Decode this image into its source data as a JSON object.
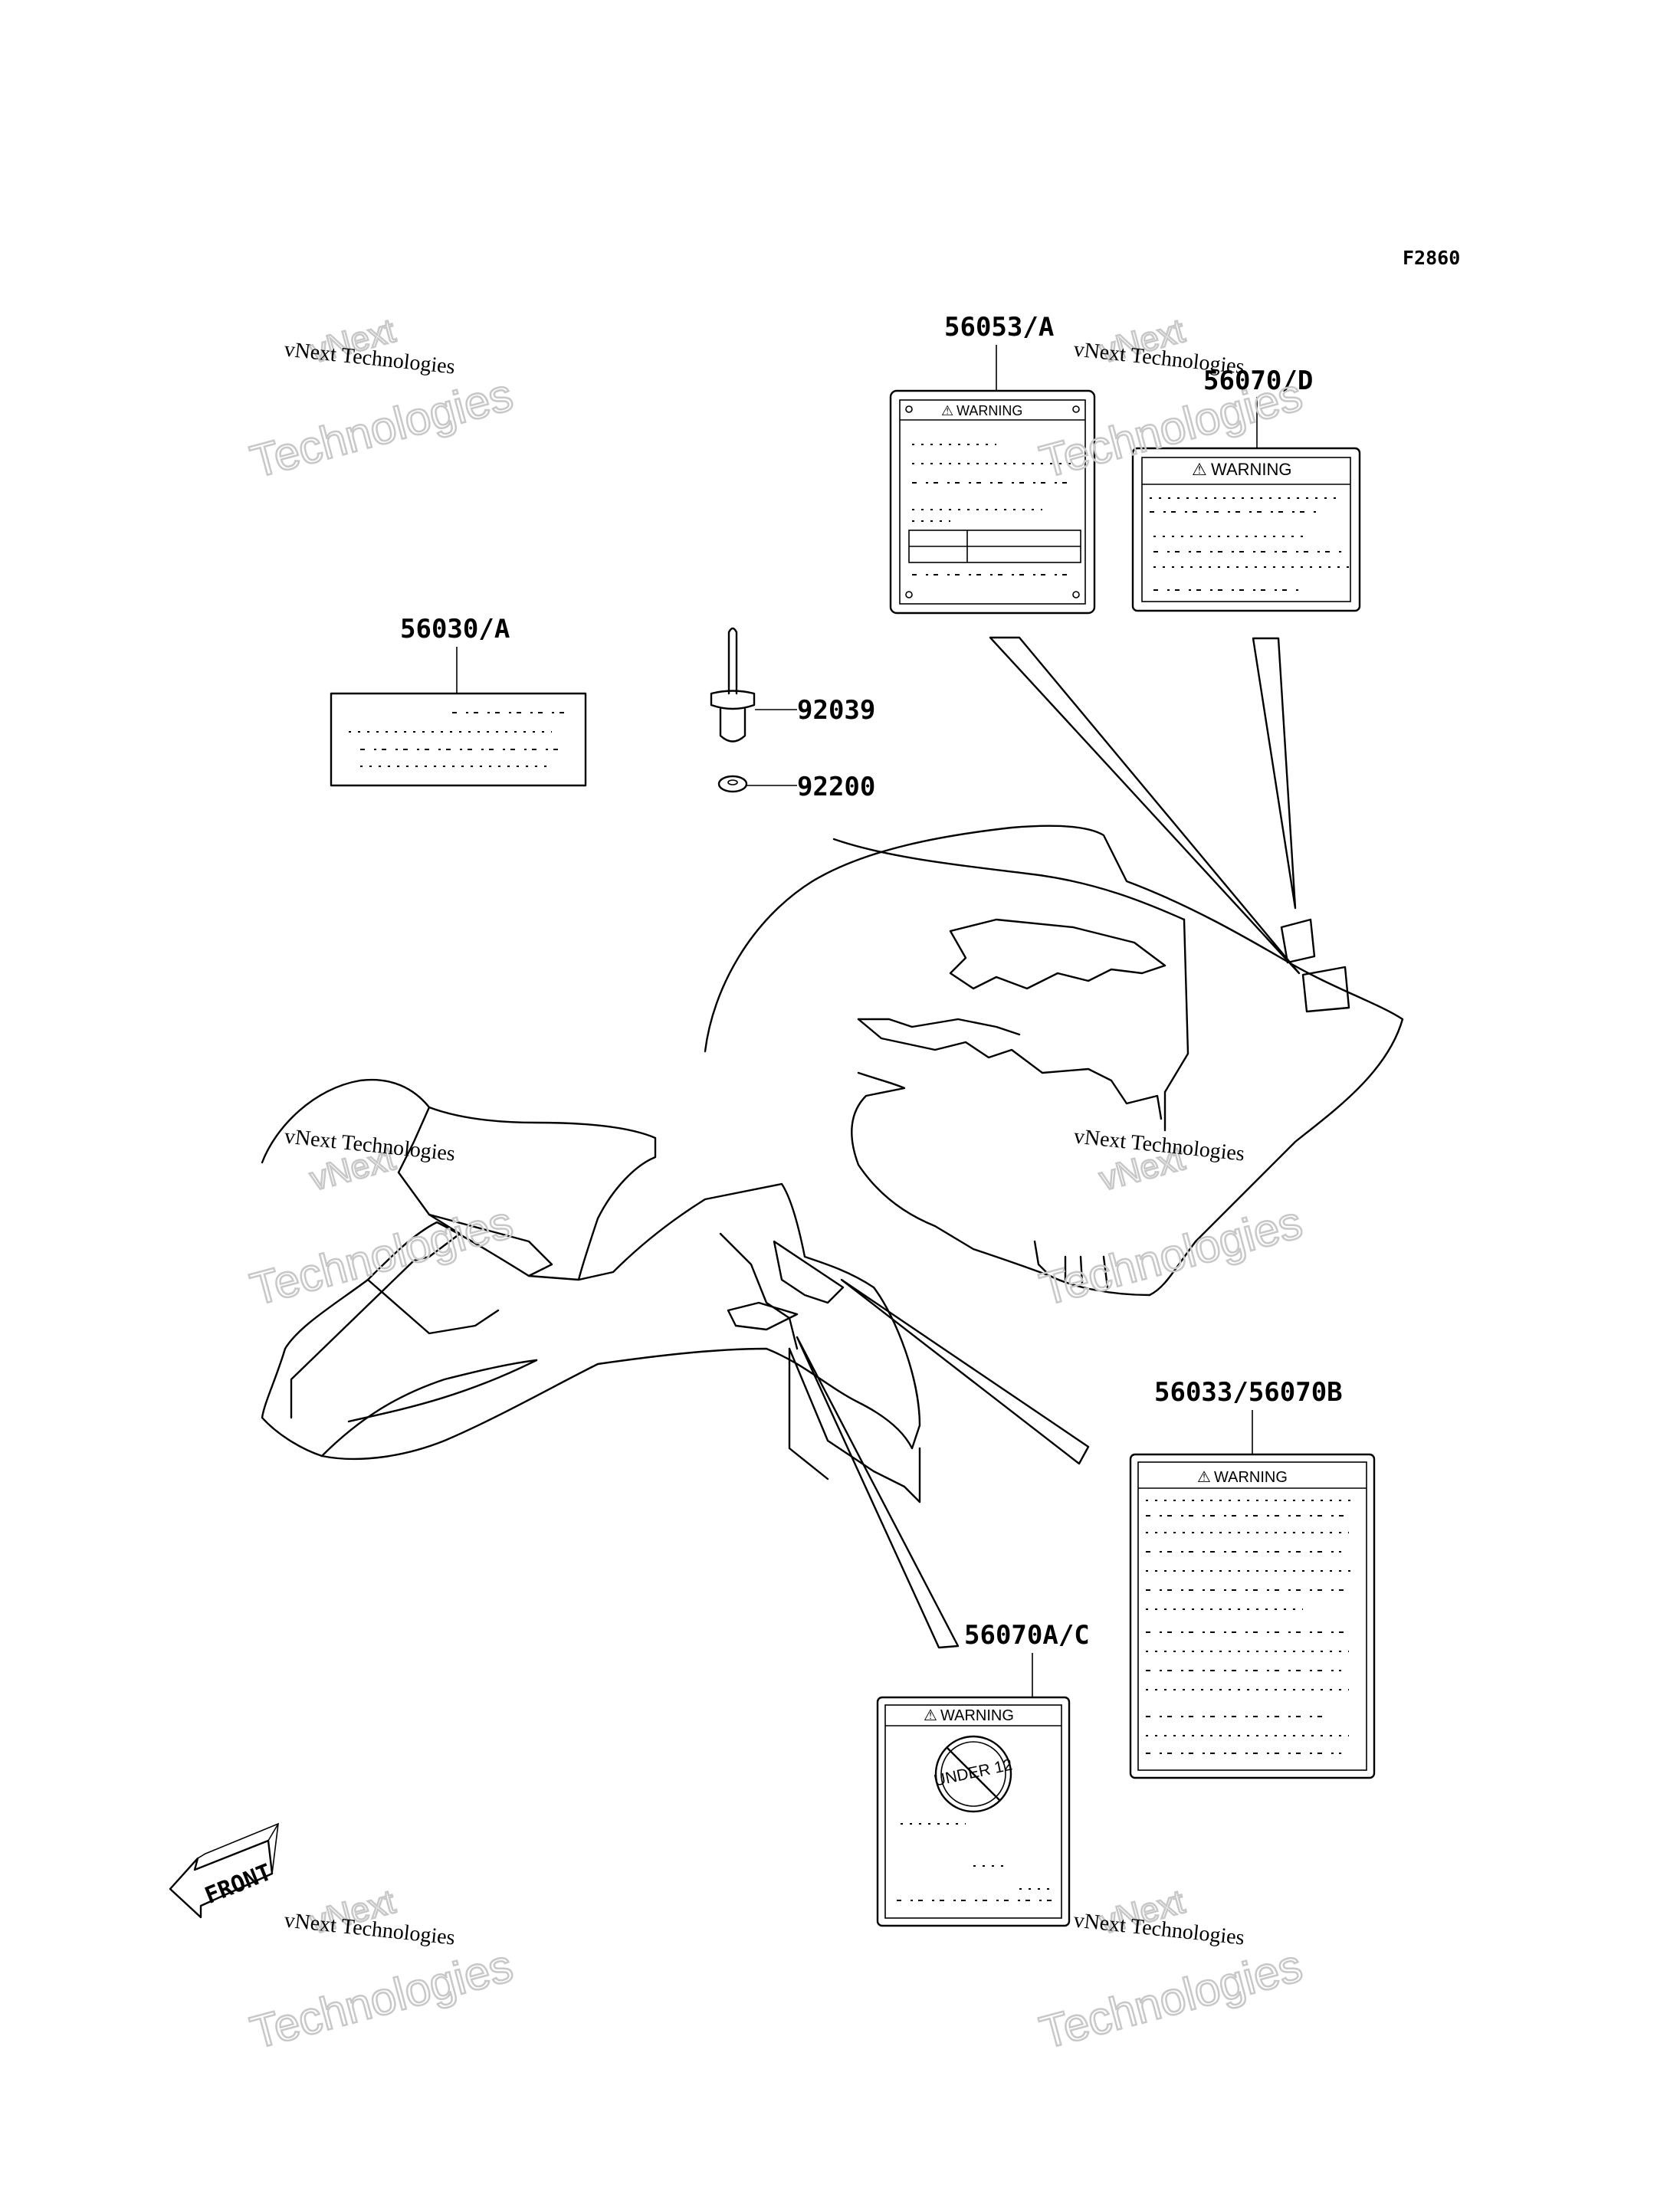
{
  "figure_code": "F2860",
  "parts": [
    {
      "id": "p56053A",
      "number": "56053/A",
      "warning": "WARNING"
    },
    {
      "id": "p56070D",
      "number": "56070/D",
      "warning": "WARNING"
    },
    {
      "id": "p56030A",
      "number": "56030/A"
    },
    {
      "id": "p92039",
      "number": "92039"
    },
    {
      "id": "p92200",
      "number": "92200"
    },
    {
      "id": "p56033",
      "number": "56033/56070B",
      "warning": "WARNING"
    },
    {
      "id": "p56070AC",
      "number": "56070A/C",
      "warning": "WARNING",
      "symbol_text": "UNDER 12"
    }
  ],
  "front_arrow": "FRONT",
  "watermark": {
    "line1": "vNext Technologies",
    "ghost1": "vNext",
    "ghost2": "Technologies"
  }
}
